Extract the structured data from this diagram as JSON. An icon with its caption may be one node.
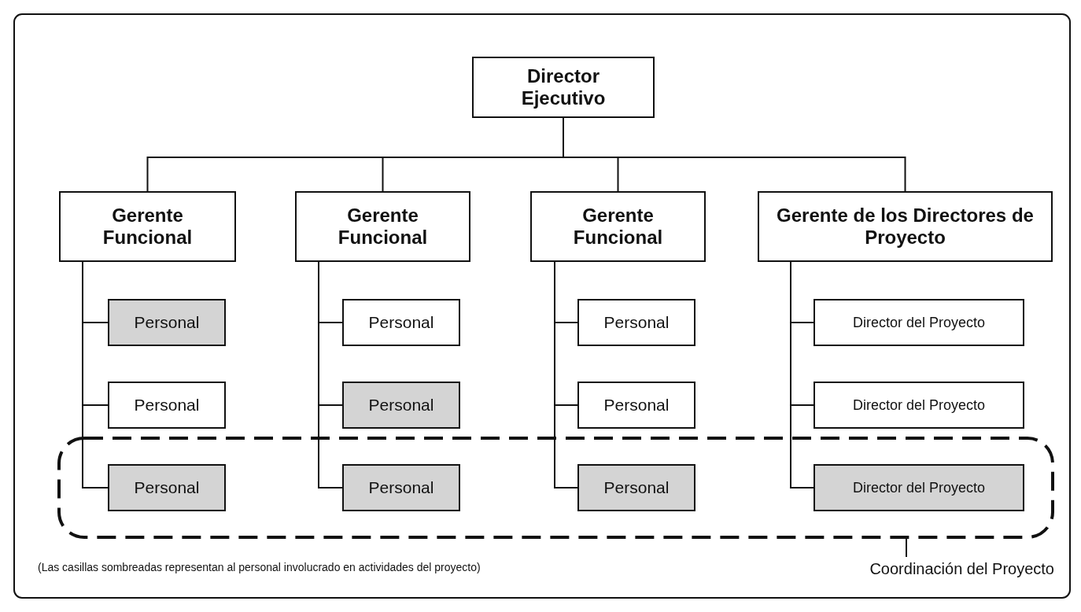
{
  "diagram": {
    "nodes": [
      {
        "text": [
          "Director Ejecutivo"
        ]
      },
      {
        "text": [
          "Gerente Funcional"
        ]
      },
      {
        "text": [
          "Gerente Funcional"
        ]
      },
      {
        "text": [
          "Gerente Funcional"
        ]
      },
      {
        "text": [
          "Gerente de los Directores de Proyecto"
        ]
      },
      {
        "text": [
          "Personal"
        ]
      },
      {
        "text": [
          "Personal"
        ]
      },
      {
        "text": [
          "Personal"
        ]
      },
      {
        "text": [
          "Personal"
        ]
      },
      {
        "text": [
          "Personal"
        ]
      },
      {
        "text": [
          "Personal"
        ]
      },
      {
        "text": [
          "Personal"
        ]
      },
      {
        "text": [
          "Personal"
        ]
      },
      {
        "text": [
          "Personal"
        ]
      },
      {
        "text": [
          "Director del Proyecto"
        ]
      },
      {
        "text": [
          "Director del Proyecto"
        ]
      },
      {
        "text": [
          "Director del Proyecto"
        ]
      },
      {
        "text": [
          "Coordinación del Proyecto"
        ]
      }
    ],
    "edges": [
      {
        "from": 0,
        "to": 1,
        "arrow": "none"
      },
      {
        "from": 0,
        "to": 2,
        "arrow": "none"
      },
      {
        "from": 0,
        "to": 3,
        "arrow": "none"
      },
      {
        "from": 0,
        "to": 4,
        "arrow": "none"
      },
      {
        "from": 1,
        "to": 5,
        "arrow": "none"
      },
      {
        "from": 1,
        "to": 6,
        "arrow": "none"
      },
      {
        "from": 1,
        "to": 7,
        "arrow": "none"
      },
      {
        "from": 2,
        "to": 8,
        "arrow": "none"
      },
      {
        "from": 2,
        "to": 9,
        "arrow": "none"
      },
      {
        "from": 2,
        "to": 10,
        "arrow": "none"
      },
      {
        "from": 3,
        "to": 11,
        "arrow": "none"
      },
      {
        "from": 3,
        "to": 12,
        "arrow": "none"
      },
      {
        "from": 3,
        "to": 13,
        "arrow": "none"
      },
      {
        "from": 4,
        "to": 14,
        "arrow": "none"
      },
      {
        "from": 4,
        "to": 15,
        "arrow": "none"
      },
      {
        "from": 4,
        "to": 16,
        "arrow": "none"
      },
      {
        "from": 17,
        "to": null,
        "arrow": "none"
      }
    ],
    "labels": [
      "(Las casillas sombreadas representan al personal involucrado en actividades del proyecto)"
    ]
  }
}
